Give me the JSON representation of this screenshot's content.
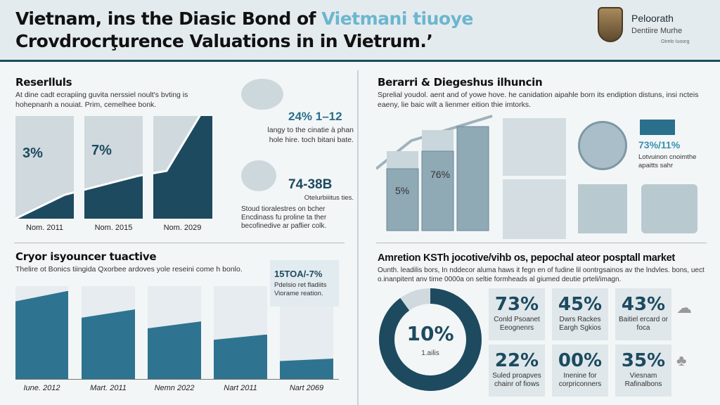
{
  "header": {
    "title_line1": "Vietnam, ins the Diasic Bond of ",
    "title_accent": "Vietmani tiuoye",
    "title_line2": "Crovdrocrţurence Valuations in in Vietrum.’",
    "brand_name": "Peloorath",
    "brand_sub": "Dentiire Murhe",
    "brand_tag": "Oirelo Iuoorg"
  },
  "top_left": {
    "title": "Reserlluls",
    "desc": "At dine cadt ecrapiing guvita nerssiel noult's bvting is hohepnanh a nouiat. Prim, cemelhee bonk.",
    "values": [
      "3%",
      "7%",
      ""
    ],
    "labels": [
      "Nom. 2011",
      "Nom. 2015",
      "Nom. 2029"
    ],
    "stat1_value": "24% 1–12",
    "stat1_text": "langy to the cinatie à phan hole hire. toch bitani bate.",
    "stat2_value": "74-38B",
    "stat2_caption": "Otelurbiiitus ties.",
    "stat2_text": "Stoud tioralestres on bcher Encdinass fu proline ta ther becofinedive ar paflier colk."
  },
  "top_right": {
    "title": "Berarri & Diegeshus ilhuncin",
    "desc": "Sprelial youdol. aent and of yowe hove. he canidation aipahle born its endiption distuns, insi ncteis eaeny, lie baic wilt a lienmer eition thie imtorks.",
    "bar_values": [
      "5%",
      "76%",
      ""
    ],
    "stat_value": "73%/11%",
    "stat_text": "Lotvuinon cnoimthe apaitts sahr"
  },
  "bottom_left": {
    "title": "Cryor isyouncer tuactive",
    "desc": "Thelire ot Bonics tiingida Qxorbee ardoves yole reseini come h bonlo.",
    "bars": [
      {
        "label": "Iune. 2012",
        "value": 95
      },
      {
        "label": "Mart. 2011",
        "value": 75
      },
      {
        "label": "Nemn 2022",
        "value": 62
      },
      {
        "label": "Nart 2011",
        "value": 48
      },
      {
        "label": "Nart 2069",
        "value": 22
      }
    ],
    "callout_value": "15TOA/-7%",
    "callout_text": "Pdelsio ret fladiits Viorame reation."
  },
  "bottom_right": {
    "title": "Amretion KSTh jocotive/vihb os, pepochal ateor posptall market",
    "desc": "Ounth. leadilis bors, In nddecor aluma haws it fegn en of fudine lil oontrgsainos av the lndvles. bons, uect o.inanpitent anv time 0000a on seltie formheads al giumed deutie prteli/imagn.",
    "donut_value": "10%",
    "donut_sub": "1.ailis",
    "donut_fraction": 0.9,
    "tiles": [
      {
        "value": "73%",
        "text": "Conld Psoanet Eeognenrs"
      },
      {
        "value": "45%",
        "text": "Dwrs Rackes Eargh Sgkios"
      },
      {
        "value": "43%",
        "text": "Baitiel ercard or foca"
      },
      {
        "value": "22%",
        "text": "Suled proapves chainr of fiows"
      },
      {
        "value": "00%",
        "text": "Inenine for corpriconners"
      },
      {
        "value": "35%",
        "text": "Viesnam Rafinalbons"
      }
    ]
  },
  "colors": {
    "primary": "#1d4a5f",
    "accent": "#6cb6cf",
    "bar": "#2e7490"
  }
}
